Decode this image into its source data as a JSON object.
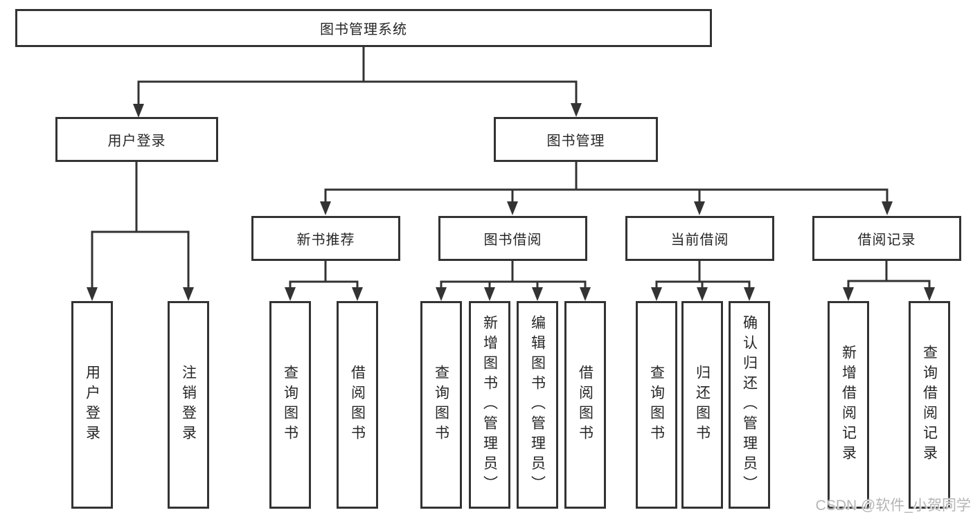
{
  "diagram": {
    "type": "hierarchy-tree",
    "colors": {
      "line": "#333333",
      "box_fill": "#ffffff",
      "text": "#262626",
      "watermark": "#b5b5b5"
    },
    "tree": {
      "label": "图书管理系统",
      "children": [
        {
          "label": "用户登录",
          "children": [
            {
              "label": "用户登录"
            },
            {
              "label": "注销登录"
            }
          ]
        },
        {
          "label": "图书管理",
          "children": [
            {
              "label": "新书推荐",
              "children": [
                {
                  "label": "查询图书"
                },
                {
                  "label": "借阅图书"
                }
              ]
            },
            {
              "label": "图书借阅",
              "children": [
                {
                  "label": "查询图书"
                },
                {
                  "label": "新增图书（管理员）"
                },
                {
                  "label": "编辑图书（管理员）"
                },
                {
                  "label": "借阅图书"
                }
              ]
            },
            {
              "label": "当前借阅",
              "children": [
                {
                  "label": "查询图书"
                },
                {
                  "label": "归还图书"
                },
                {
                  "label": "确认归还（管理员）"
                }
              ]
            },
            {
              "label": "借阅记录",
              "children": [
                {
                  "label": "新增借阅记录"
                },
                {
                  "label": "查询借阅记录"
                }
              ]
            }
          ]
        }
      ]
    },
    "watermark": {
      "text": "CSDN @软件_小贺同学"
    }
  }
}
